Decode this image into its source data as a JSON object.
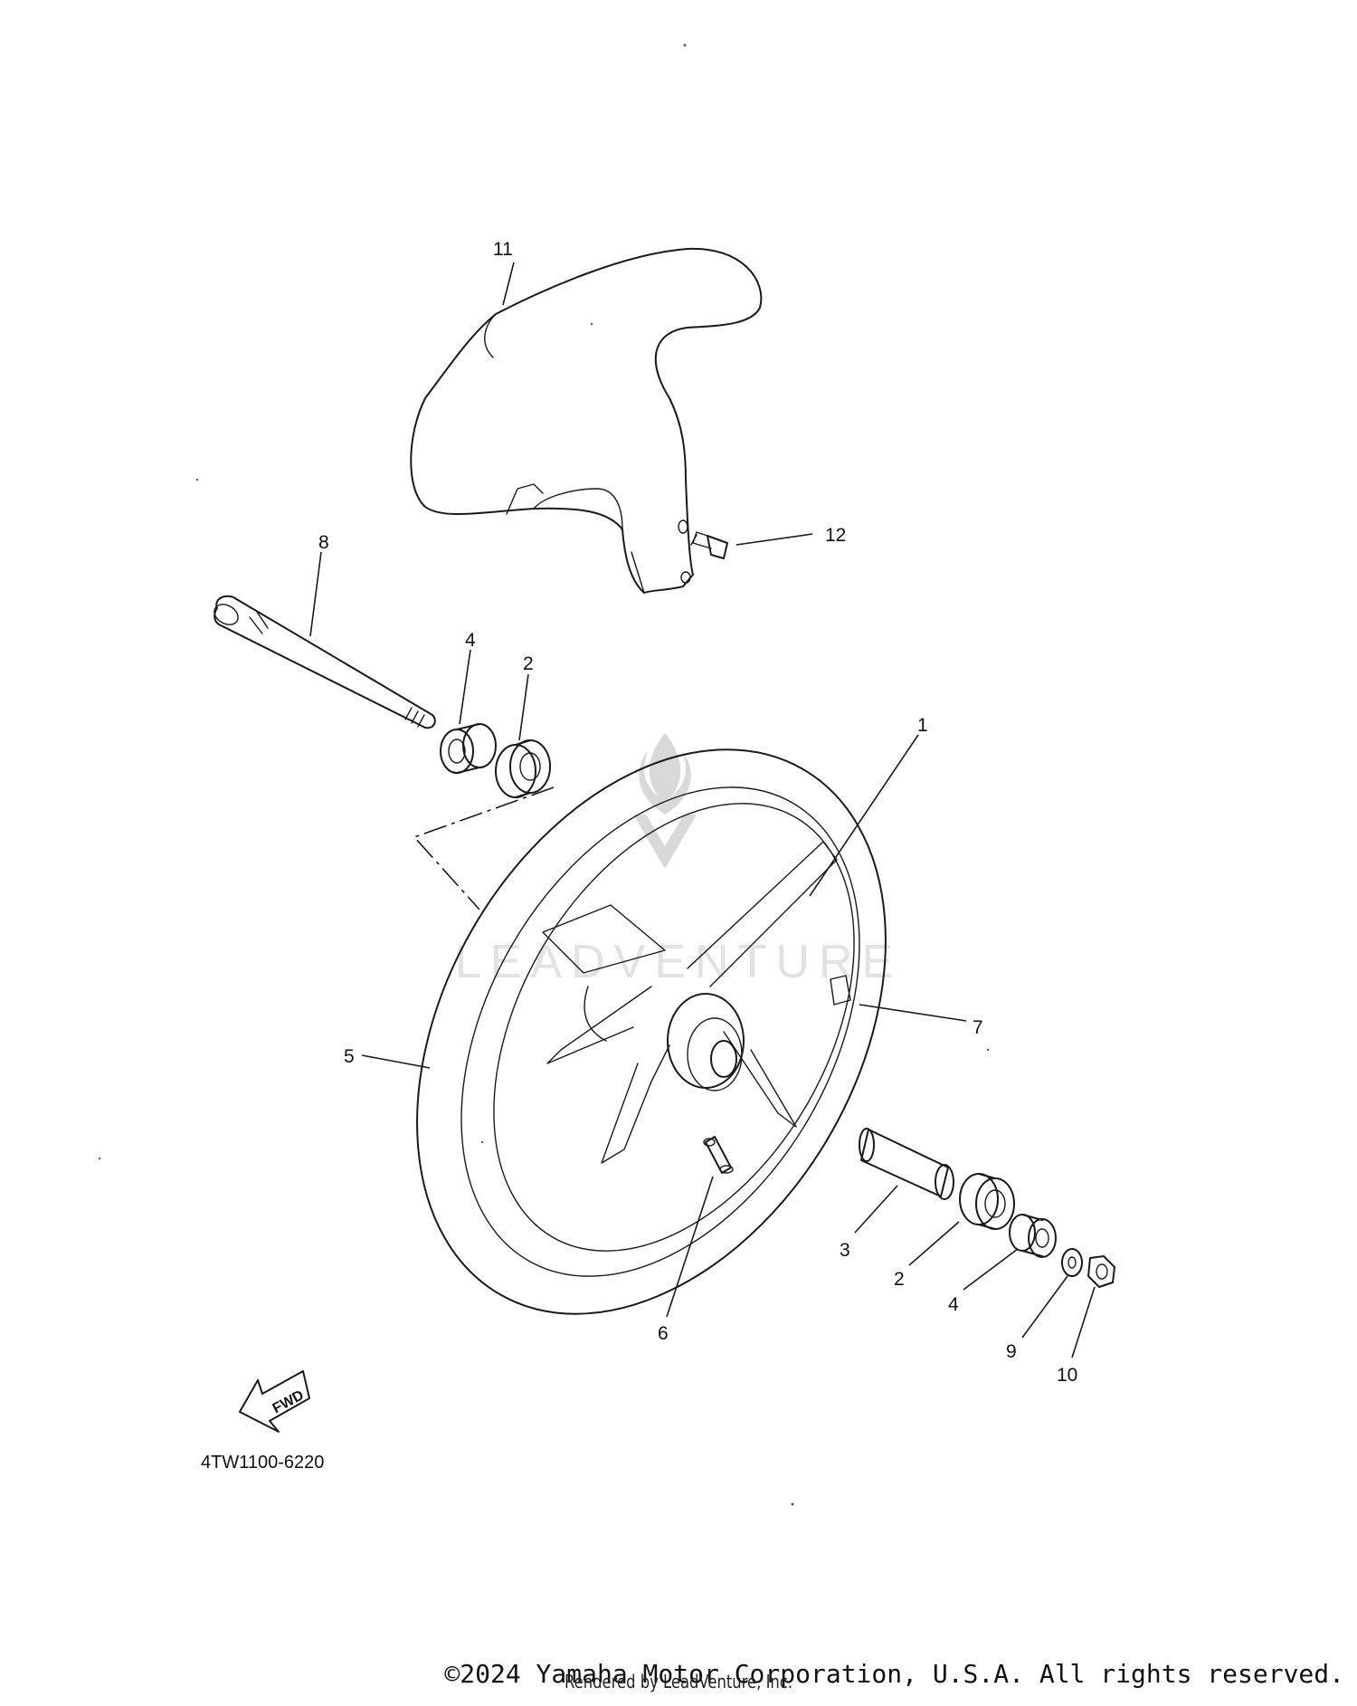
{
  "diagram": {
    "callouts": {
      "c1": "1",
      "c2a": "2",
      "c2b": "2",
      "c3": "3",
      "c4a": "4",
      "c4b": "4",
      "c5": "5",
      "c6": "6",
      "c7": "7",
      "c8": "8",
      "c9": "9",
      "c10": "10",
      "c11": "11",
      "c12": "12"
    },
    "fwd_label": "FWD",
    "part_code": "4TW1100-6220",
    "watermark_text": "LEADVENTURE"
  },
  "footer": {
    "copyright": "©2024 Yamaha Motor Corporation, U.S.A. All rights reserved.",
    "rendered_by": "Rendered by LeadVenture, Inc."
  }
}
